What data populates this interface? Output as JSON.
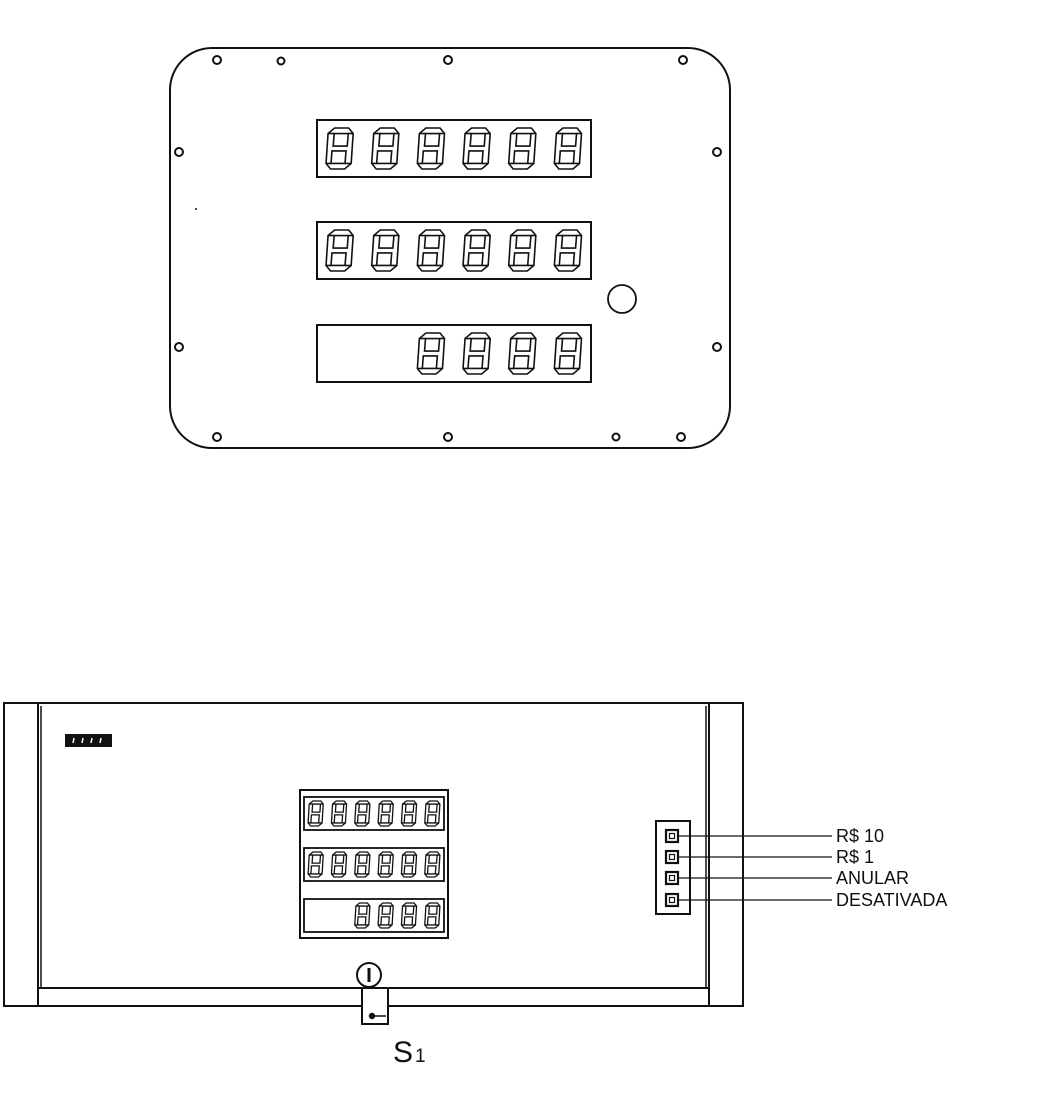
{
  "title": "",
  "front_panel": {
    "displays": [
      {
        "name": "display-1",
        "digits": 6
      },
      {
        "name": "display-2",
        "digits": 6
      },
      {
        "name": "display-3",
        "digits": 4,
        "total_slots": 6
      }
    ],
    "digit_glyph": "8"
  },
  "side_view": {
    "displays": [
      {
        "name": "small-display-1",
        "digits": 6
      },
      {
        "name": "small-display-2",
        "digits": 6
      },
      {
        "name": "small-display-3",
        "digits": 4,
        "total_slots": 6
      }
    ],
    "buttons": [
      {
        "label": "R$ 10"
      },
      {
        "label": "R$ 1"
      },
      {
        "label": "ANULAR"
      },
      {
        "label": "DESATIVADA"
      }
    ],
    "switch": {
      "label_main": "S",
      "label_sub": "1"
    }
  },
  "colors": {
    "stroke": "#111111",
    "background": "#ffffff",
    "led_block": "#111111"
  }
}
